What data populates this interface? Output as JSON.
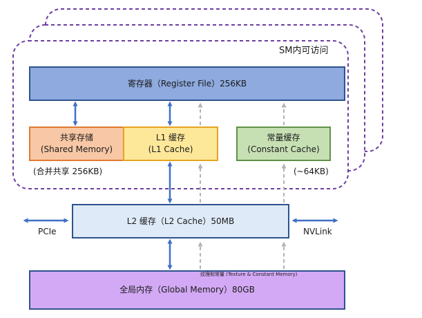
{
  "sm_label": "SM内可访问",
  "register_file": {
    "label": "寄存器（Register File）256KB"
  },
  "shared_memory": {
    "line1": "共享存储",
    "line2": "(Shared Memory)",
    "note": "(合并共享 256KB)"
  },
  "l1_cache": {
    "line1": "L1 缓存",
    "line2": "(L1 Cache)"
  },
  "constant_cache": {
    "line1": "常量缓存",
    "line2": "(Constant Cache)",
    "note": "(~64KB)"
  },
  "l2_cache": {
    "label": "L2 缓存（L2 Cache）50MB"
  },
  "global_memory": {
    "label": "全局内存（Global Memory）80GB"
  },
  "texture_constant_note": "纹理和常量 (Texture & Constant Memory)",
  "pcie_label": "PCIe",
  "nvlink_label": "NVLink",
  "colors": {
    "sm_border": "#6b3fa0",
    "solid_arrow": "#3f6fc6",
    "dashed_arrow": "#b3b3b3",
    "register_fill": "#8eaadf",
    "shared_fill": "#f8c7a5",
    "l1_fill": "#fde89a",
    "constant_fill": "#c6e0b4",
    "l2_fill": "#deeaf7",
    "global_fill": "#d3a9f5"
  }
}
